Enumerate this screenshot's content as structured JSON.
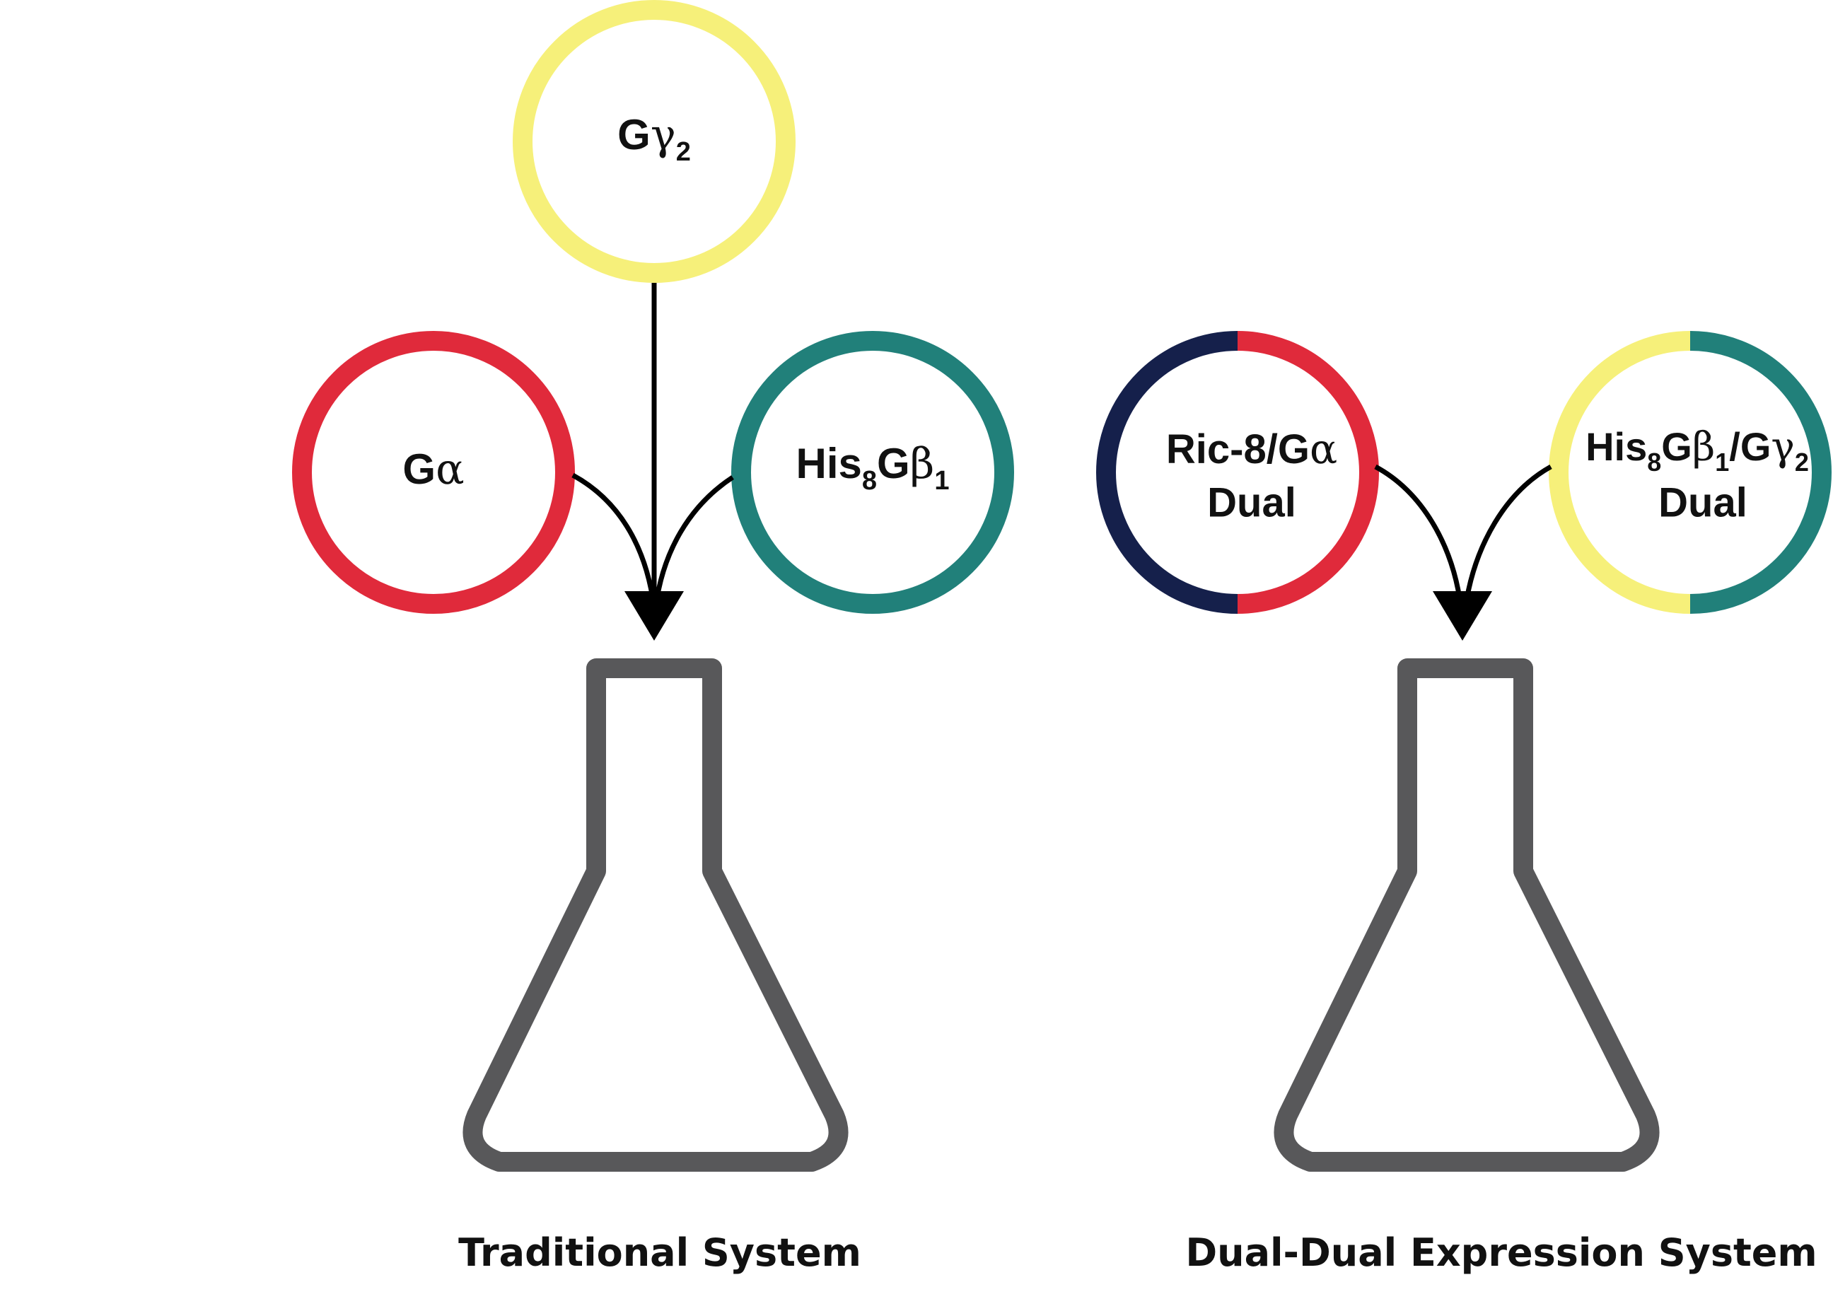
{
  "colors": {
    "red": "#E02A3B",
    "teal": "#21807A",
    "yellow": "#F6F07A",
    "navy": "#15204B",
    "flask": "#58585A",
    "arrow": "#000000"
  },
  "traditional": {
    "caption": "Traditional System",
    "gamma": {
      "main": "G",
      "greek": "γ",
      "sub": "2",
      "color": "yellow"
    },
    "alpha": {
      "main": "G",
      "greek": "α",
      "color": "red"
    },
    "beta": {
      "pre": "His",
      "pre_sub": "8",
      "main": "G",
      "greek": "β",
      "sub": "1",
      "color": "teal"
    }
  },
  "dual": {
    "caption": "Dual-Dual Expression System",
    "ric": {
      "line1_pre": "Ric-8/G",
      "line1_greek": "α",
      "line2": "Dual",
      "colors": [
        "navy",
        "red"
      ]
    },
    "bg": {
      "pre": "His",
      "pre_sub": "8",
      "main": "G",
      "greek": "β",
      "sub": "1",
      "slash_main": "/G",
      "greek2": "γ",
      "sub2": "2",
      "line2": "Dual",
      "colors": [
        "yellow",
        "teal"
      ]
    }
  }
}
